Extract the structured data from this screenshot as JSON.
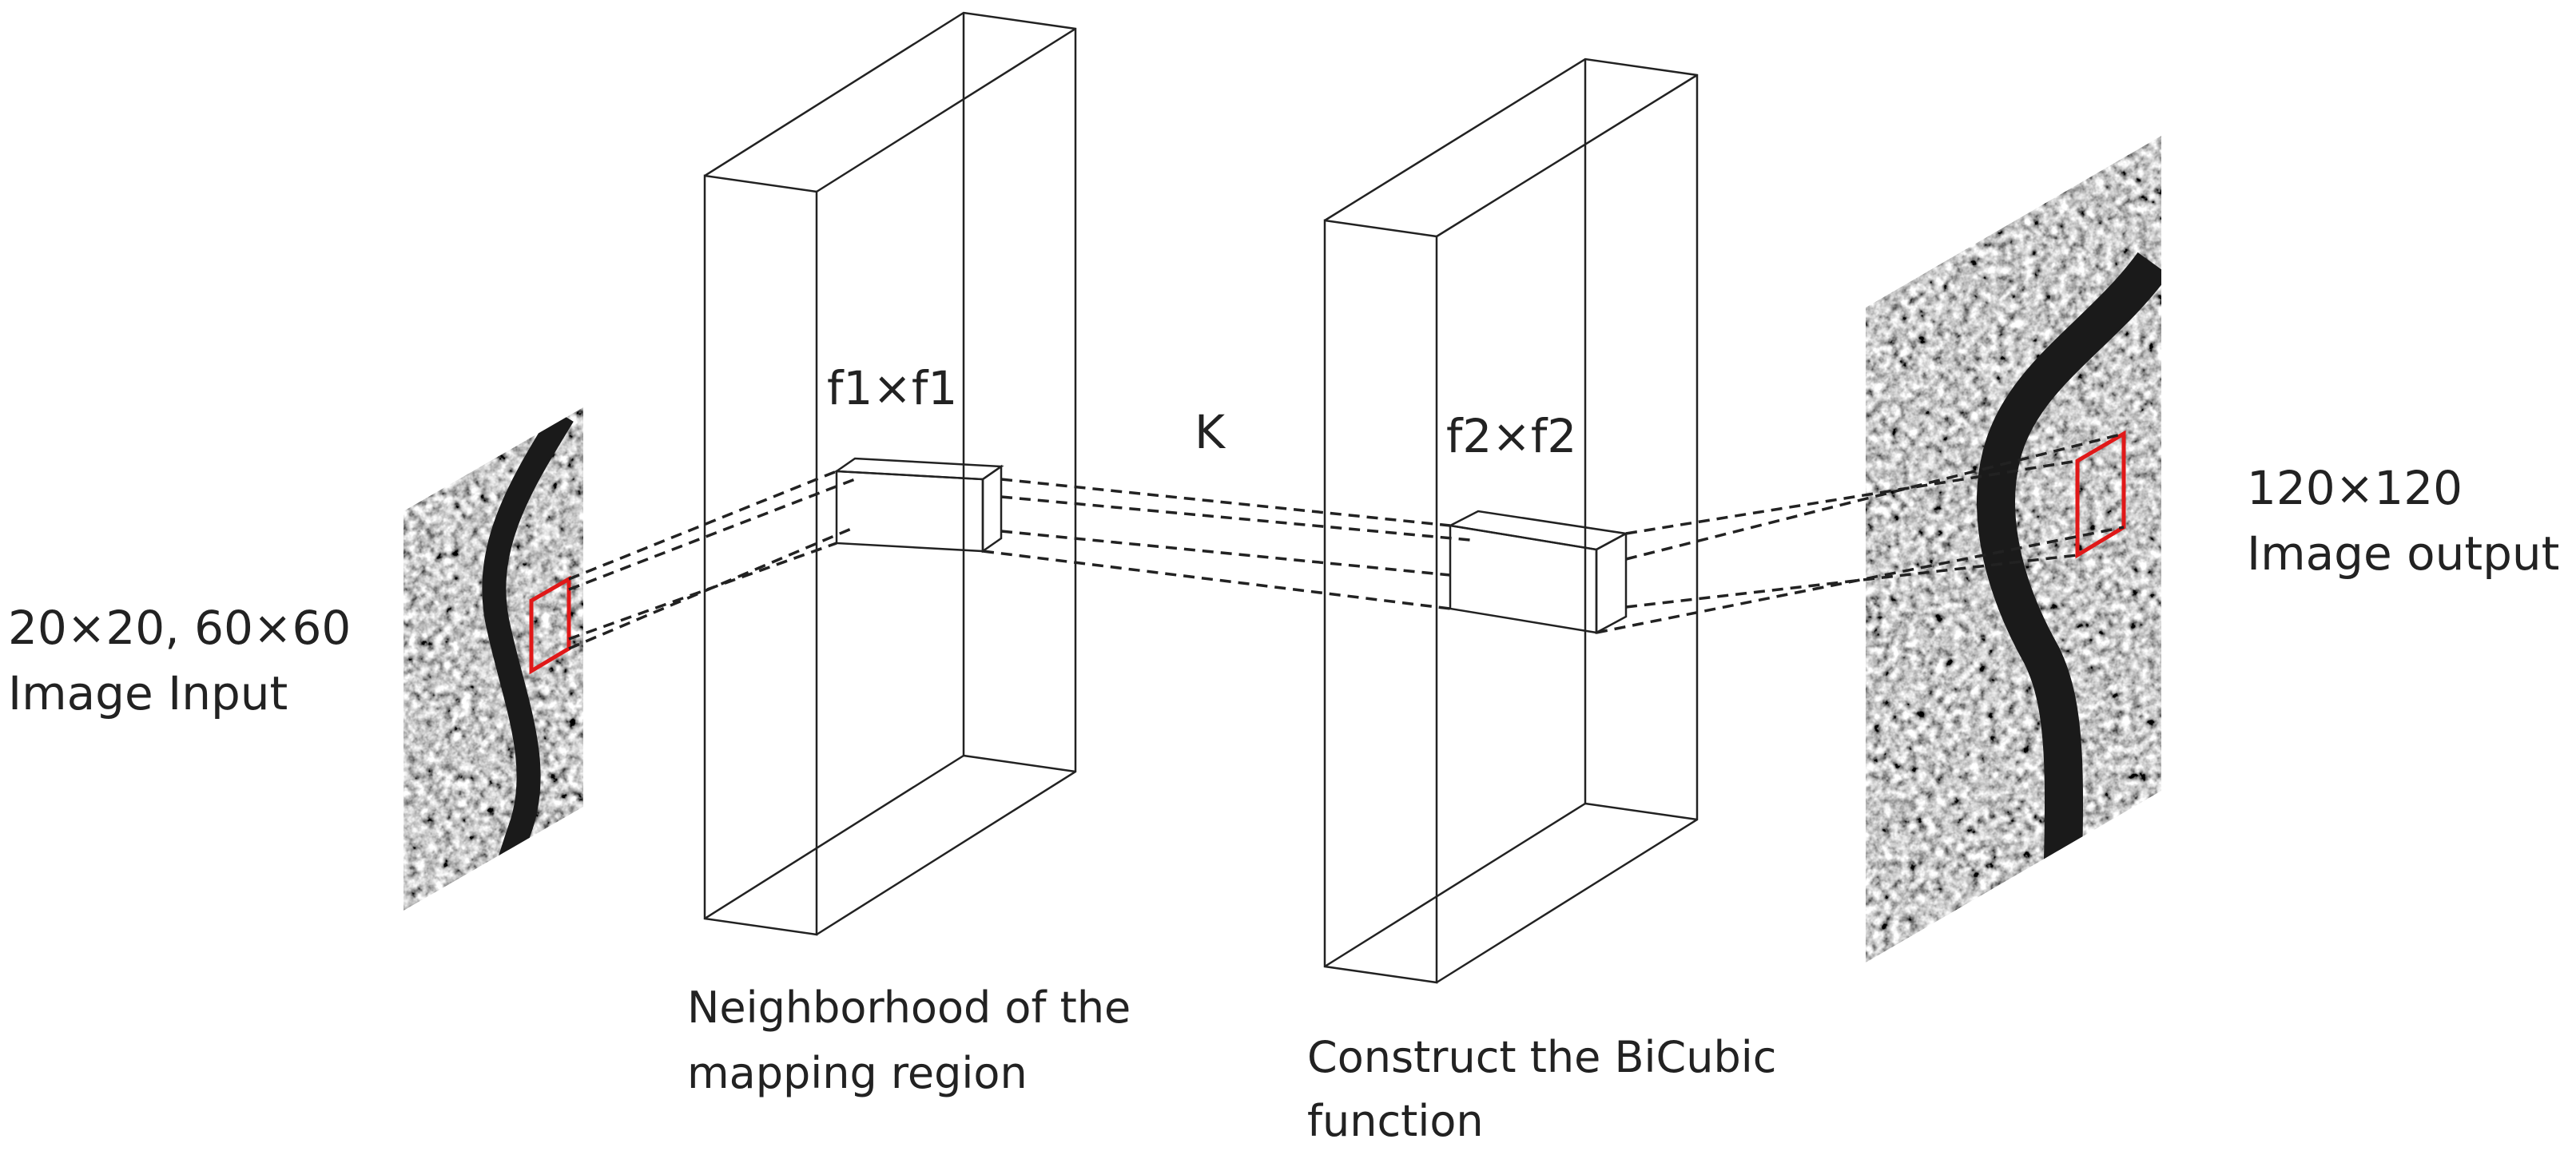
{
  "input": {
    "size_label": "20×20,   60×60",
    "caption": "Image Input"
  },
  "layer1": {
    "kernel_label": "f1×f1",
    "caption_line1": "Neighborhood of the",
    "caption_line2": "mapping region"
  },
  "connector": {
    "label": "K"
  },
  "layer2": {
    "kernel_label": "f2×f2",
    "caption_line1": "Construct the BiCubic",
    "caption_line2": "function"
  },
  "output": {
    "size_label": "120×120",
    "caption": "Image output"
  },
  "colors": {
    "outline": "#222222",
    "highlight": "#e01818",
    "river": "#1a1a1a"
  }
}
